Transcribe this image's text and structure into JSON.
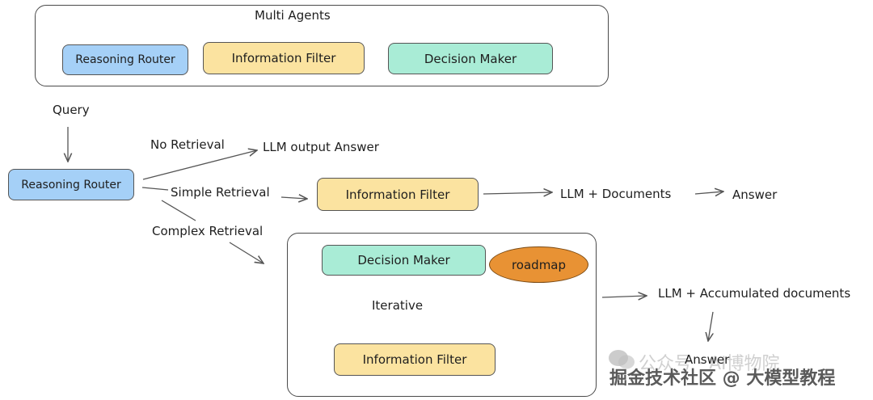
{
  "multi_agents": {
    "title": "Multi Agents",
    "agents": [
      {
        "label": "Reasoning Router",
        "color": "#a5d0f7"
      },
      {
        "label": "Information Filter",
        "color": "#fbe3a0"
      },
      {
        "label": "Decision Maker",
        "color": "#a9ecd6"
      }
    ]
  },
  "flow": {
    "query": "Query",
    "router": "Reasoning Router",
    "branches": {
      "no_retrieval": {
        "label": "No Retrieval",
        "output": "LLM output Answer"
      },
      "simple_retrieval": {
        "label": "Simple Retrieval",
        "filter": "Information Filter",
        "llm": "LLM + Documents",
        "answer": "Answer"
      },
      "complex_retrieval": {
        "label": "Complex Retrieval",
        "decision_maker": "Decision Maker",
        "roadmap": "roadmap",
        "iterative": "Iterative",
        "filter": "Information Filter",
        "llm": "LLM + Accumulated documents",
        "answer": "Answer"
      }
    }
  },
  "colors": {
    "roadmap": "#e89234",
    "stroke": "#555555"
  },
  "watermark": {
    "line1": "公众号 · AI博物院",
    "line2": "掘金技术社区 @ 大模型教程"
  }
}
